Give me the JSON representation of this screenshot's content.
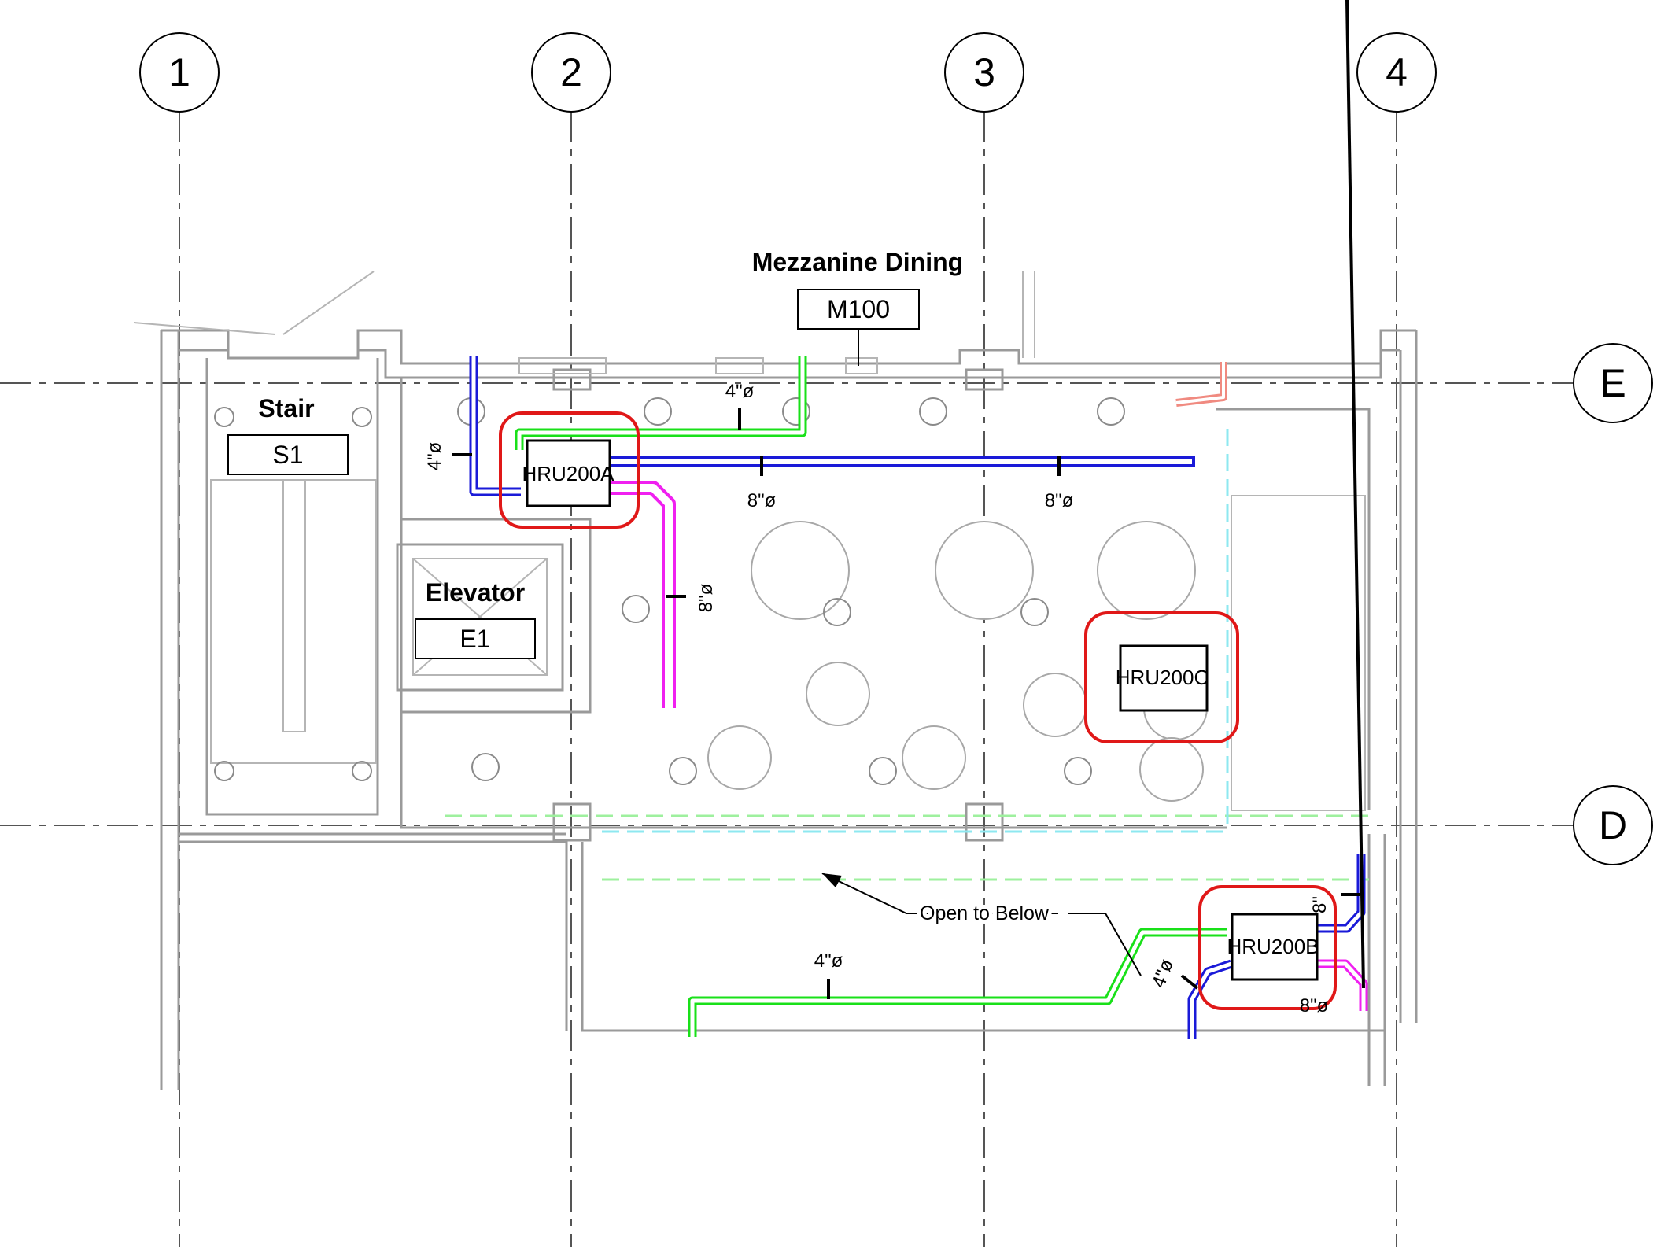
{
  "grid_columns": [
    "1",
    "2",
    "3",
    "4"
  ],
  "grid_rows": [
    "E",
    "D"
  ],
  "rooms": {
    "mezzanine": {
      "name": "Mezzanine Dining",
      "number": "M100"
    },
    "stair": {
      "name": "Stair",
      "number": "S1"
    },
    "elevator": {
      "name": "Elevator",
      "number": "E1"
    }
  },
  "equipment": {
    "hru_a": "HRU200A",
    "hru_b": "HRU200B",
    "hru_c": "HRU200C"
  },
  "duct_sizes": {
    "green_top": "4\"ø",
    "blue_left": "4\"ø",
    "blue_mid": "8\"ø",
    "blue_right": "8\"ø",
    "magenta_a": "8\"ø",
    "green_bottom": "4\"ø",
    "blue_b": "4\"ø",
    "blue_b_top": "8\"",
    "magenta_b": "8\"ø"
  },
  "notes": {
    "open_below": "Open to Below"
  },
  "colors": {
    "supply_green": "#19e019",
    "exhaust_blue": "#1a1ad8",
    "magenta": "#f020f0",
    "salmon": "#f08a80",
    "highlight_red": "#e01818",
    "cyan_dashed": "#8ee8f0",
    "green_dashed": "#9ef09e"
  }
}
